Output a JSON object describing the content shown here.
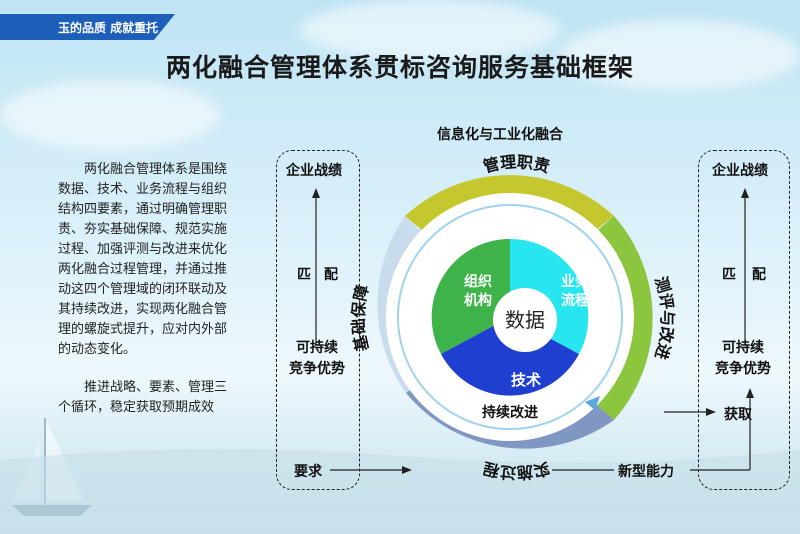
{
  "banner": {
    "text": "玉的品质  成就重托"
  },
  "title": "两化融合管理体系贯标咨询服务基础框架",
  "description": [
    "两化融合管理体系是围绕数据、技术、业务流程与组织结构四要素，通过明确管理职责、夯实基础保障、规范实施过程、加强评测与改进来优化两化融合过程管理，并通过推动这四个管理域的闭环联动及其持续改进，实现两化融合管理的螺旋式提升，应对内外部的动态变化。",
    "推进战略、要素、管理三个循环，稳定获取预期成效"
  ],
  "ring": {
    "top_label": "信息化与工业化融合",
    "segments": {
      "top": "管理职责",
      "right": "测评与改进",
      "bottom": "实施过程",
      "left": "基础保障"
    },
    "inner": {
      "org": [
        "组织",
        "机构"
      ],
      "process": [
        "业务",
        "流程"
      ],
      "tech": "技术",
      "center": "数据"
    },
    "cycle_label": "持续改进"
  },
  "left_box": {
    "top": "企业战绩",
    "match": [
      "匹",
      "配"
    ],
    "bottom": [
      "可持续",
      "竞争优势"
    ]
  },
  "right_box": {
    "top": "企业战绩",
    "match": [
      "匹",
      "配"
    ],
    "bottom": [
      "可持续",
      "竞争优势"
    ]
  },
  "flows": {
    "requirement": "要求",
    "new_capability": "新型能力",
    "obtain": "获取"
  },
  "colors": {
    "management": "#c4c82e",
    "evaluation": "#8cc63f",
    "implementation": "#7f97c2",
    "foundation": "#c9dced",
    "org": "#3db34a",
    "process": "#27e6f0",
    "tech": "#1f3fd1",
    "banner": "#1d5fb8"
  }
}
